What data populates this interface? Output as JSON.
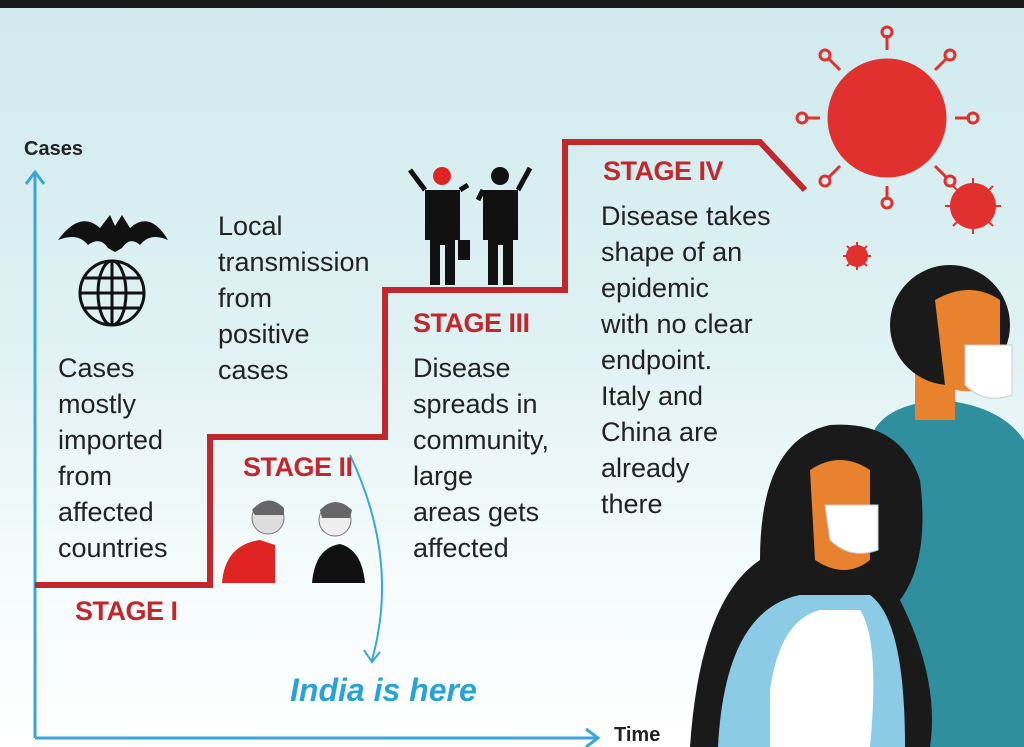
{
  "axes": {
    "y_label": "Cases",
    "x_label": "Time"
  },
  "stages": [
    {
      "label": "STAGE I",
      "description": "Cases\nmostly\nimported\nfrom\naffected\ncountries"
    },
    {
      "label": "STAGE II",
      "description": "Local\ntransmission\nfrom\npositive\ncases"
    },
    {
      "label": "STAGE III",
      "description": "Disease\nspreads in\ncommunity,\nlarge\nareas gets\naffected"
    },
    {
      "label": "STAGE IV",
      "description": "Disease takes\nshape of an\nepidemic\nwith no clear\nendpoint.\nItaly and\nChina are\nalready\n there"
    }
  ],
  "annotation": "India is here",
  "colors": {
    "stage_red": "#c0282d",
    "axis_blue": "#3aa6d8",
    "virus_red": "#e0312f"
  }
}
